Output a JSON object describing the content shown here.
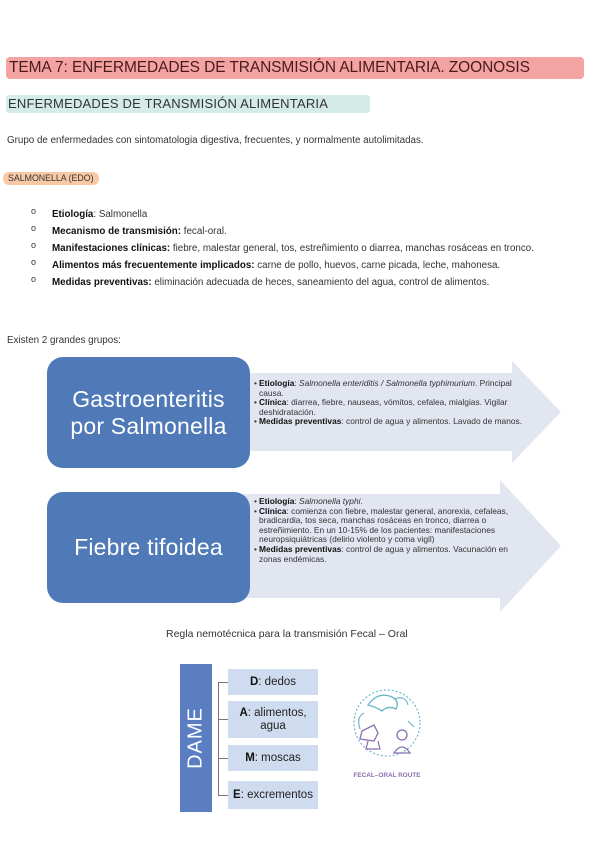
{
  "title": "TEMA 7: ENFERMEDADES DE TRANSMISIÓN ALIMENTARIA. ZOONOSIS",
  "section": "ENFERMEDADES DE TRANSMISIÓN ALIMENTARIA",
  "intro": "Grupo de enfermedades con sintomatologia digestiva, frecuentes, y normalmente autolimitadas.",
  "tag": "SALMONELLA (EDO)",
  "bullet_marker": "o",
  "bullets": [
    {
      "label": "Etiología",
      "text": ": Salmonella"
    },
    {
      "label": "Mecanismo de transmisión:",
      "text": " fecal-oral."
    },
    {
      "label": "Manifestaciones clínicas:",
      "text": " fiebre, malestar general, tos, estreñimiento o diarrea, manchas rosáceas en tronco."
    },
    {
      "label": "Alimentos más frecuentemente implicados:",
      "text": " carne de pollo, huevos, carne picada, leche, mahonesa."
    },
    {
      "label": "Medidas preventivas:",
      "text": " eliminación adecuada de heces, saneamiento del agua, control de alimentos."
    }
  ],
  "groups_intro": "Existen 2 grandes grupos:",
  "diagram": {
    "box1": {
      "title_line1": "Gastroenteritis",
      "title_line2": "por Salmonella",
      "items": [
        {
          "label": "Etiología",
          "sep": ": ",
          "italic": "Salmonella enteriditis / Salmonella typhimurium",
          "text": ". Principal causa."
        },
        {
          "label": "Clínica",
          "sep": ": ",
          "italic": "",
          "text": "diarrea, fiebre, nauseas, vómitos, cefalea, mialgias. Vigilar deshidratación."
        },
        {
          "label": "Medidas preventivas",
          "sep": ": ",
          "italic": "",
          "text": "control de agua y alimentos. Lavado de manos."
        }
      ]
    },
    "box2": {
      "title_line1": "Fiebre tifoidea",
      "items": [
        {
          "label": "Etiología",
          "sep": ": ",
          "italic": "Salmonella typhi",
          "text": "."
        },
        {
          "label": "Clínica",
          "sep": ": ",
          "italic": "",
          "text": "comienza con fiebre, malestar general, anorexia, cefaleas, bradicardia, tos seca, manchas rosáceas en tronco, diarrea o estreñimiento. En un 10-15% de los pacientes: manifestaciones neuropsiquiátricas (delirio violento y coma vigil)"
        },
        {
          "label": "Medidas preventivas",
          "sep": ": ",
          "italic": "",
          "text": "control de agua y alimentos. Vacunación en zonas endémicas."
        }
      ]
    },
    "bullet_char": "•"
  },
  "mnemonic": {
    "title": "Regla nemotécnica para la transmisión Fecal – Oral",
    "word": "DAME",
    "items": [
      {
        "letter": "D",
        "text": ": dedos"
      },
      {
        "letter": "A",
        "text": ": alimentos, agua"
      },
      {
        "letter": "M",
        "text": ": moscas"
      },
      {
        "letter": "E",
        "text": ": excrementos"
      }
    ],
    "logo_caption": "FECAL–ORAL ROUTE"
  },
  "colors": {
    "title_bg": "#f4a3a3",
    "section_bg": "#d5ebe7",
    "tag_bg": "#f9c8a4",
    "box_blue": "#4f79b7",
    "arrow_fill": "#e2e6f0",
    "mnemo_box": "#cfdbee",
    "dame_blue": "#5b7ec2",
    "logo_teal": "#6fb8cc"
  }
}
